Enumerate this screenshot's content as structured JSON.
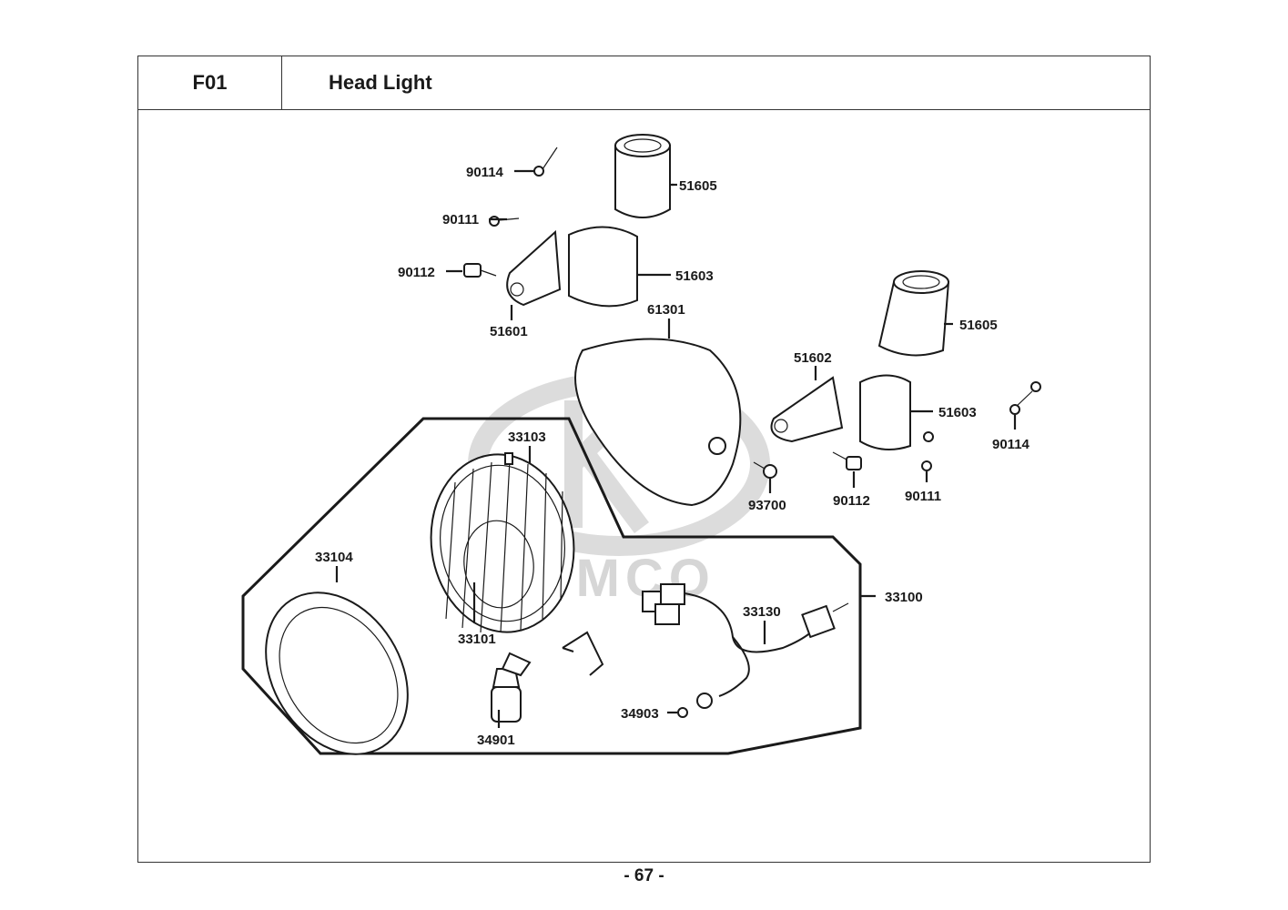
{
  "header": {
    "code": "F01",
    "title": "Head Light"
  },
  "watermark": {
    "text": "KYMCO"
  },
  "page_number": "- 67 -",
  "parts": [
    {
      "id": "p-90114-a",
      "number": "90114"
    },
    {
      "id": "p-51605-a",
      "number": "51605"
    },
    {
      "id": "p-90111-a",
      "number": "90111"
    },
    {
      "id": "p-90112-a",
      "number": "90112"
    },
    {
      "id": "p-51603-a",
      "number": "51603"
    },
    {
      "id": "p-51601",
      "number": "51601"
    },
    {
      "id": "p-61301",
      "number": "61301"
    },
    {
      "id": "p-51605-b",
      "number": "51605"
    },
    {
      "id": "p-51602",
      "number": "51602"
    },
    {
      "id": "p-51603-b",
      "number": "51603"
    },
    {
      "id": "p-90114-b",
      "number": "90114"
    },
    {
      "id": "p-93700",
      "number": "93700"
    },
    {
      "id": "p-90112-b",
      "number": "90112"
    },
    {
      "id": "p-90111-b",
      "number": "90111"
    },
    {
      "id": "p-33103",
      "number": "33103"
    },
    {
      "id": "p-33104",
      "number": "33104"
    },
    {
      "id": "p-33100",
      "number": "33100"
    },
    {
      "id": "p-33130",
      "number": "33130"
    },
    {
      "id": "p-33101",
      "number": "33101"
    },
    {
      "id": "p-34903",
      "number": "34903"
    },
    {
      "id": "p-34901",
      "number": "34901"
    }
  ]
}
